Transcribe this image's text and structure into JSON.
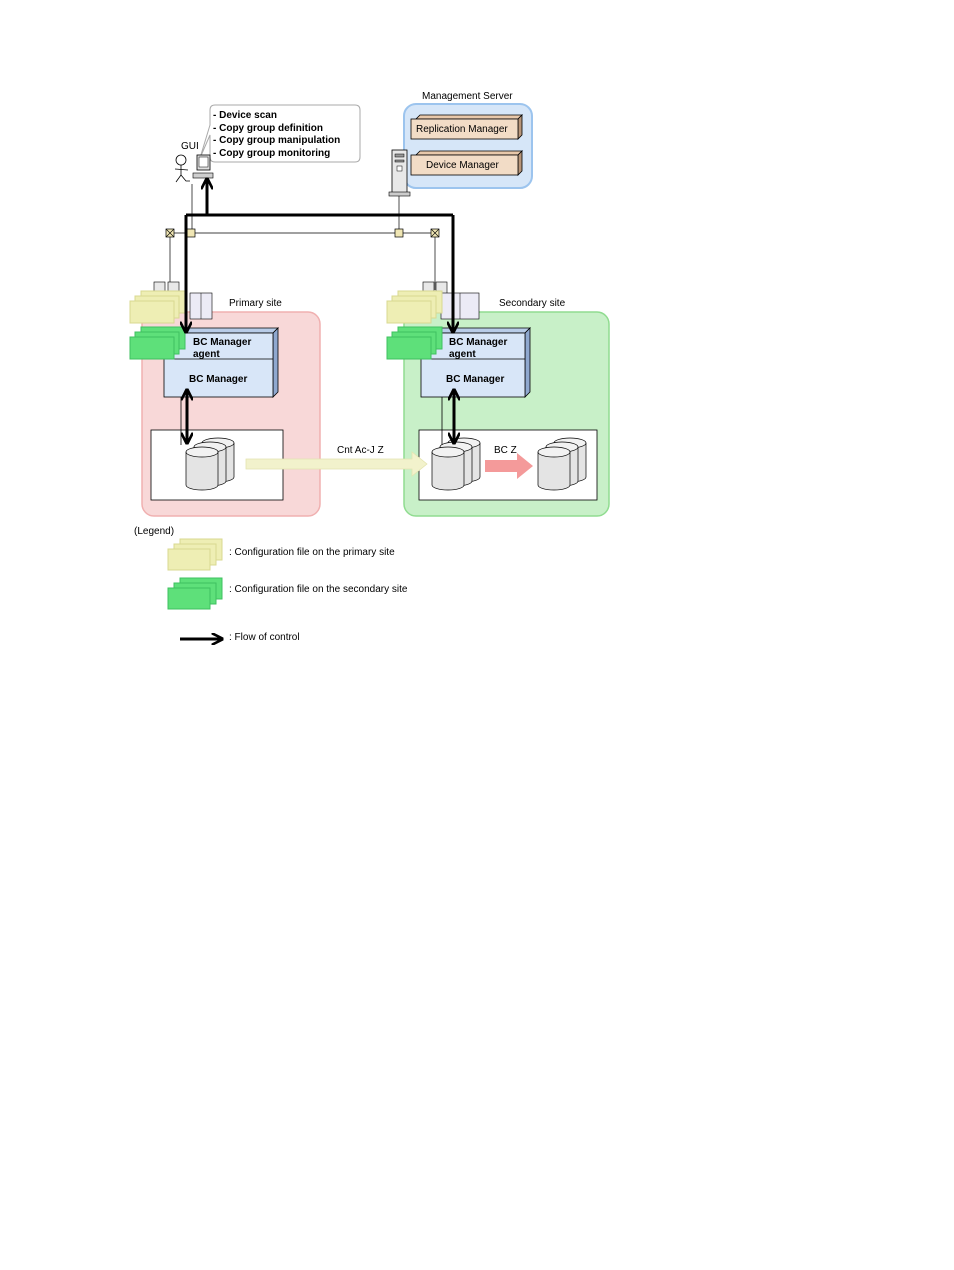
{
  "gui": {
    "label": "GUI",
    "operations": [
      "- Device scan",
      "- Copy group definition",
      "- Copy group manipulation",
      "- Copy group monitoring"
    ]
  },
  "management_server": {
    "label": "Management Server",
    "components": [
      "Replication Manager",
      "Device Manager"
    ]
  },
  "primary_site": {
    "label": "Primary site",
    "agent_line1": "BC Manager",
    "agent_line2": "agent",
    "bc_manager": "BC Manager"
  },
  "secondary_site": {
    "label": "Secondary site",
    "agent_line1": "BC Manager",
    "agent_line2": "agent",
    "bc_manager": "BC Manager"
  },
  "replication": {
    "remote_copy_label": "Cnt Ac-J Z",
    "local_copy_label": "BC Z"
  },
  "legend": {
    "title": "(Legend)",
    "primary_config": ": Configuration file on the primary site",
    "secondary_config": ": Configuration file on the secondary site",
    "flow": ": Flow of control"
  },
  "colors": {
    "primary_site_fill": "#f8d8d8",
    "secondary_site_fill": "#c8f0c8",
    "mgmt_fill": "#d6e6f8",
    "component_fill": "#f2dcc6",
    "bc_manager_fill": "#d8e6f8",
    "primary_config": "#eeeeb4",
    "secondary_config": "#5ee07a",
    "remote_copy_arrow": "#f2f2cc",
    "local_copy_arrow": "#f49a9a"
  }
}
